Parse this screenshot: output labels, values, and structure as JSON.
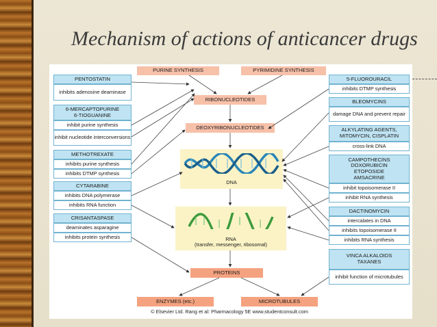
{
  "title": "Mechanism of actions of anticancer drugs",
  "top_boxes": {
    "purine": "PURINE SYNTHESIS",
    "pyrimidine": "PYRIMIDINE SYNTHESIS"
  },
  "center": {
    "ribo": "RIBONUCLEOTIDES",
    "deoxy": "DEOXYRIBONUCLEOTIDES",
    "dna": "DNA",
    "rna_label": "RNA",
    "rna_sub": "(transfer, messenger, ribosomal)",
    "proteins": "PROTEINS",
    "enzymes": "ENZYMES (etc.)",
    "microtubules": "MICROTUBULES"
  },
  "left": {
    "pentostatin": "PENTOSTATIN",
    "pentostatin_a": "inhibits adenosine deaminase",
    "mp_1": "6-MERCAPTOPURINE",
    "mp_2": "6-TIOGUANINE",
    "mp_a": "inhibit purine synthesis",
    "mp_b": "inhibit nucleotide interconversions",
    "mtx": "METHOTREXATE",
    "mtx_a": "inhibits purine synthesis",
    "mtx_b": "inhibits DTMP synthesis",
    "cyt": "CYTARABINE",
    "cyt_a": "inhibits DNA polymerase",
    "cyt_b": "inhibits RNA function",
    "cris": "CRISANTASPASE",
    "cris_a": "deaminates asparagine",
    "cris_b": "inhibits protein synthesis"
  },
  "right": {
    "fu": "5-FLUOROURACIL",
    "fu_a": "inhibits DTMP synthesis",
    "bleo": "BLEOMYCINS",
    "bleo_a": "damage DNA and prevent repair",
    "alk_1": "ALKYLATING AGENTS,",
    "alk_2": "MITOMYCIN, CISPLATIN",
    "alk_a": "cross-link DNA",
    "camp_1": "CAMPOTHECINS",
    "camp_2": "DOXORUBICIN",
    "camp_3": "ETOPOSIDE",
    "camp_4": "AMSACRINE",
    "camp_a": "inhibit topoisomerase II",
    "camp_b": "inhibit RNA synthesis",
    "dact": "DACTINOMYCIN",
    "dact_a": "intercalates in DNA",
    "dact_b": "inhibits topoisomerase II",
    "dact_c": "inhibits RNA synthesis",
    "vinca_1": "VINCA ALKALOIDS",
    "vinca_2": "TAXANES",
    "vinca_a": "inhibit function of microtubules"
  },
  "copyright": "© Elsevier Ltd. Rang et al: Pharmacology 5E www.studentconsult.com",
  "colors": {
    "blue": "#bfe3f2",
    "peach": "#f4a27f",
    "pink": "#f7c0a9",
    "yellow": "#fbf3c6",
    "dna_blue": "#2a86b8",
    "rna_green": "#3c9a3c"
  }
}
